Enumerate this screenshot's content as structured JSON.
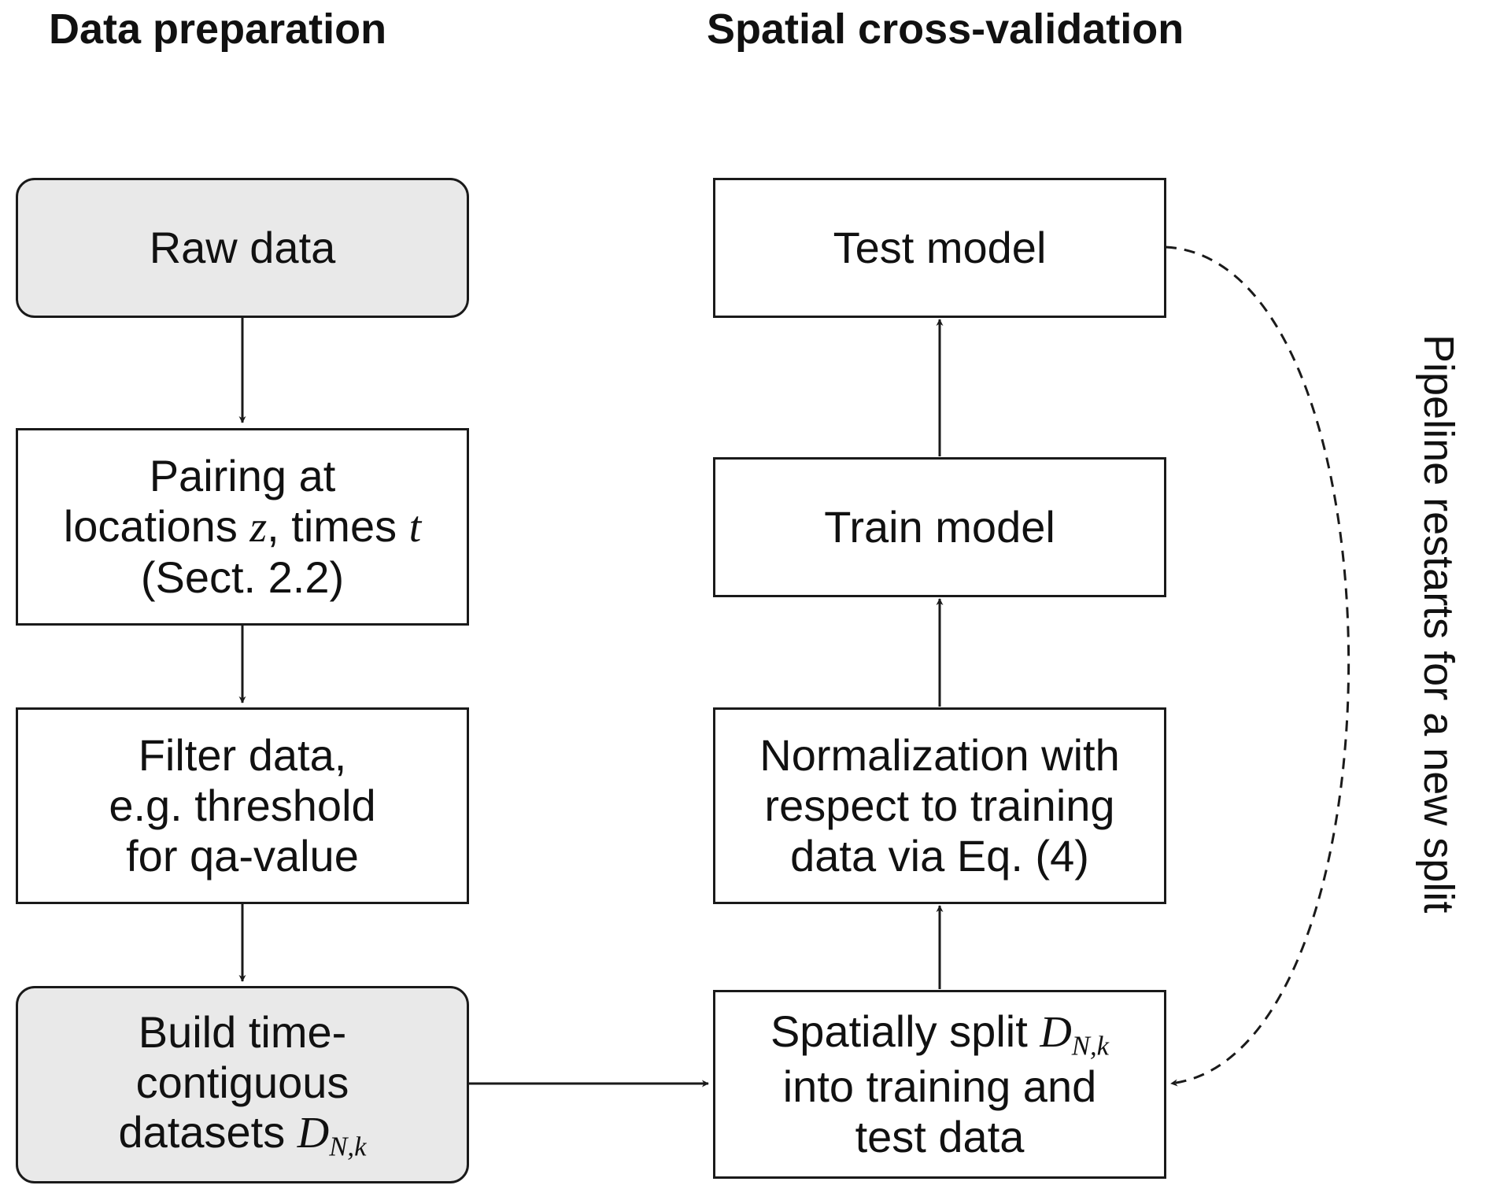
{
  "headings": {
    "left": "Data preparation",
    "right": "Spatial cross-validation"
  },
  "data_preparation": {
    "raw_data": "Raw data",
    "pairing": {
      "line1": "Pairing at",
      "line2_pre": "locations ",
      "var_z": "z",
      "line2_mid": ", times ",
      "var_t": "t",
      "line3": "(Sect. 2.2)"
    },
    "filter": {
      "line1": "Filter data,",
      "line2": "e.g. threshold",
      "line3": "for qa-value"
    },
    "build": {
      "line1": "Build time-",
      "line2": "contiguous",
      "line3_pre": "datasets ",
      "math_D": "D",
      "math_sub": "N,k"
    }
  },
  "cross_validation": {
    "test_model": "Test model",
    "train_model": "Train model",
    "normalization": {
      "line1": "Normalization with",
      "line2": "respect to training",
      "line3": "data via Eq. (4)"
    },
    "split": {
      "line1_pre": "Spatially split ",
      "math_D": "D",
      "math_sub": "N,k",
      "line2": "into training and",
      "line3": "test data"
    }
  },
  "loop_label": "Pipeline restarts for a new split"
}
